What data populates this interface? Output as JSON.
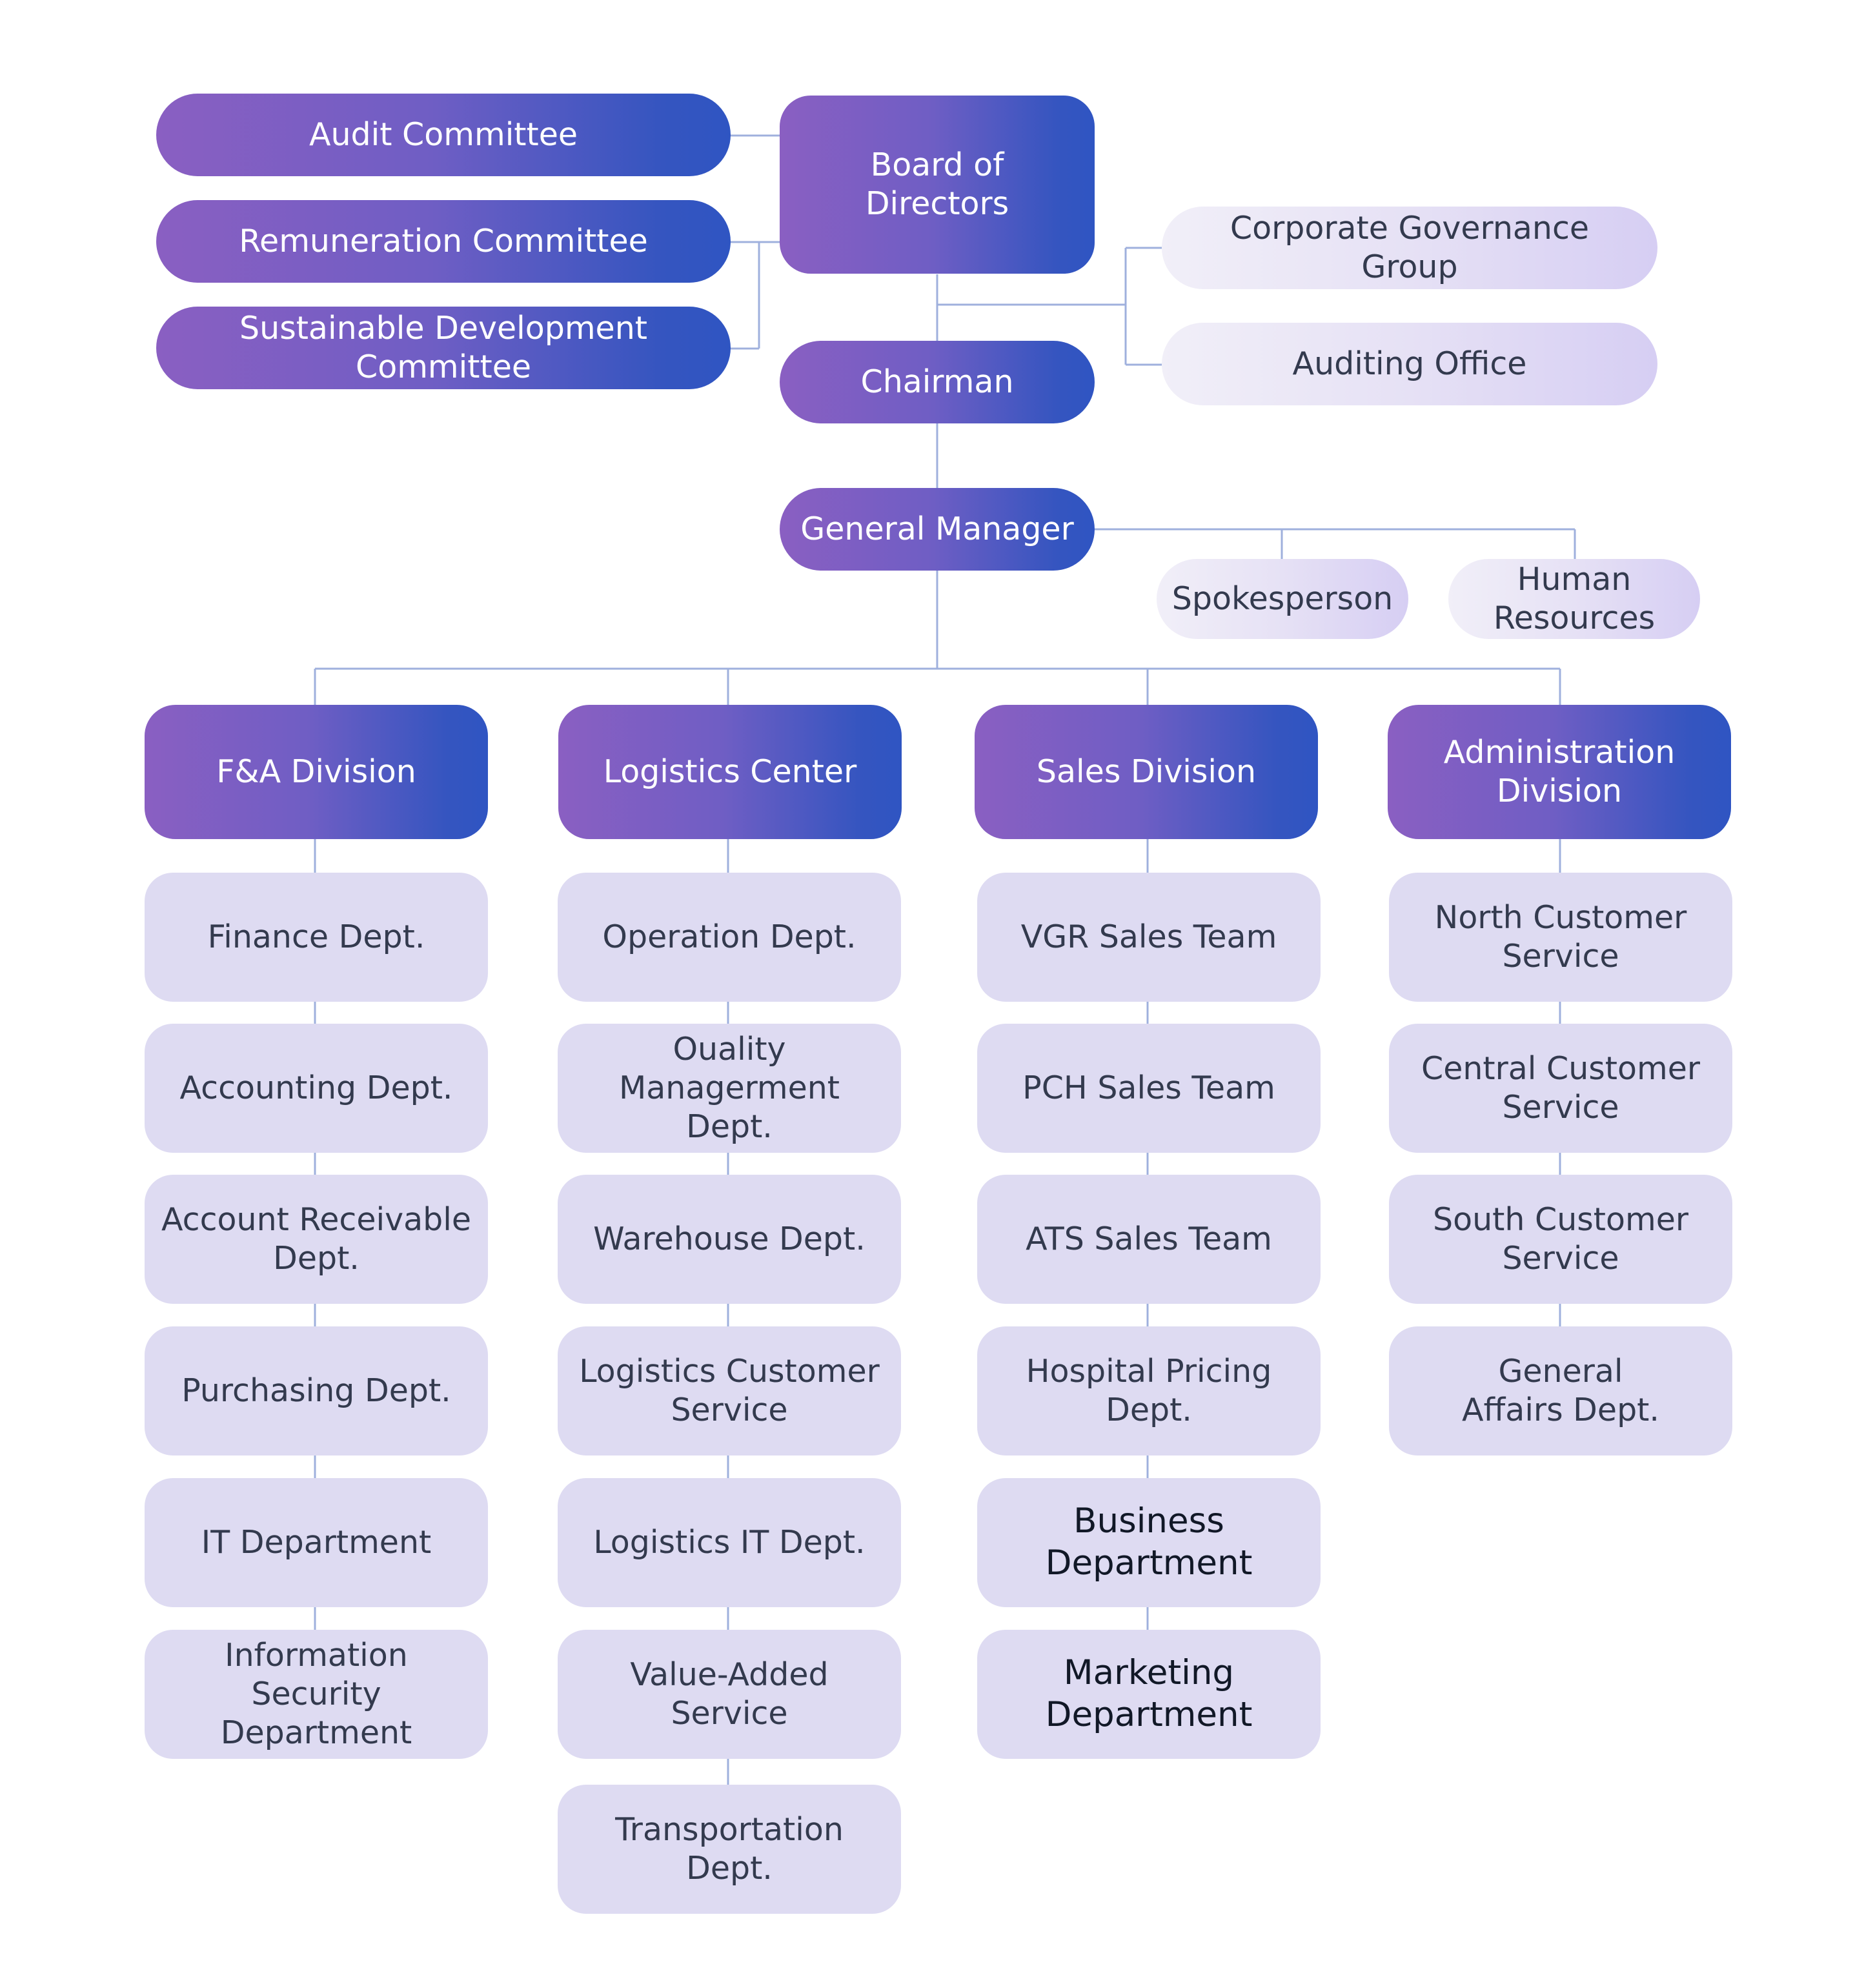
{
  "colors": {
    "gradient_start": "#8a5fc2",
    "gradient_end": "#2f55c2",
    "department_fill": "#dedbf2",
    "connector": "#9fb0dd",
    "dark_text": "#333a4e"
  },
  "governance": {
    "board": "Board of Directors",
    "committees": [
      "Audit Committee",
      "Remuneration Committee",
      "Sustainable Development Committee"
    ],
    "chairman": "Chairman",
    "board_units": [
      "Corporate Governance Group",
      "Auditing Office"
    ]
  },
  "management": {
    "general_manager": "General Manager",
    "staff_units": [
      "Spokesperson",
      "Human Resources"
    ]
  },
  "divisions": [
    {
      "name": "F&A Division",
      "departments": [
        "Finance Dept.",
        "Accounting Dept.",
        "Account Receivable Dept.",
        "Purchasing Dept.",
        "IT Department",
        "Information Security Department"
      ]
    },
    {
      "name": "Logistics Center",
      "departments": [
        "Operation Dept.",
        "Ouality Managerment Dept.",
        "Warehouse Dept.",
        "Logistics Customer Service",
        "Logistics IT Dept.",
        "Value-Added Service",
        "Transportation Dept."
      ]
    },
    {
      "name": "Sales Division",
      "departments": [
        "VGR Sales Team",
        "PCH Sales Team",
        "ATS Sales Team",
        "Hospital Pricing Dept.",
        "Business Department",
        "Marketing Department"
      ]
    },
    {
      "name": "Administration Division",
      "departments": [
        "North Customer Service",
        "Central Customer Service",
        "South Customer Service",
        "General Affairs Dept."
      ]
    }
  ]
}
